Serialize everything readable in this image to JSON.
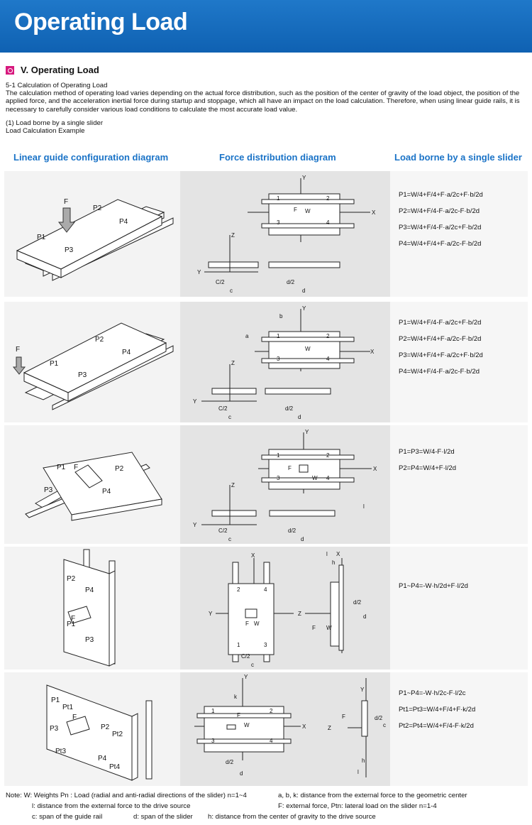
{
  "header": {
    "title": "Operating Load"
  },
  "section": {
    "title": "V. Operating Load"
  },
  "intro": {
    "subtitle": "5-1 Calculation of Operating Load",
    "body1": "The calculation method of operating load varies depending on the actual force distribution, such as the position of the center of gravity of the load object, the position of the",
    "body2": "applied force, and the acceleration inertial force during startup and stoppage, which all have an impact on the load calculation. Therefore, when using linear guide rails, it is",
    "body3": "necessary to carefully consider various load conditions to calculate the most accurate load value.",
    "case": "(1) Load borne by a single slider",
    "example": "Load Calculation Example"
  },
  "columns": {
    "config": "Linear guide configuration diagram",
    "force": "Force distribution diagram",
    "load": "Load borne by a single slider"
  },
  "colors": {
    "banner": "#1470c0",
    "accent": "#1a73c7",
    "marker": "#d7197e"
  },
  "labels": {
    "F": "F",
    "W": "W",
    "X": "X",
    "Y": "Y",
    "Z": "Z",
    "a": "a",
    "b": "b",
    "c": "c",
    "d": "d",
    "h": "h",
    "k": "k",
    "l": "l",
    "c2": "C/2",
    "d2": "d/2",
    "n1": "1",
    "n2": "2",
    "n3": "3",
    "n4": "4",
    "P1": "P1",
    "P2": "P2",
    "P3": "P3",
    "P4": "P4",
    "Pt1": "Pt1",
    "Pt2": "Pt2",
    "Pt3": "Pt3",
    "Pt4": "Pt4"
  },
  "formulas": {
    "row1": [
      "P1=W/4+F/4+F·a/2c+F·b/2d",
      "P2=W/4+F/4-F·a/2c-F·b/2d",
      "P3=W/4+F/4-F·a/2c+F·b/2d",
      "P4=W/4+F/4+F·a/2c-F·b/2d"
    ],
    "row2": [
      "P1=W/4+F/4-F·a/2c+F·b/2d",
      "P2=W/4+F/4+F·a/2c-F·b/2d",
      "P3=W/4+F/4+F·a/2c+F·b/2d",
      "P4=W/4+F/4-F·a/2c-F·b/2d"
    ],
    "row3": [
      "P1=P3=W/4-F·l/2d",
      "P2=P4=W/4+F·l/2d"
    ],
    "row4": [
      "P1~P4=-W·h/2d+F·l/2d"
    ],
    "row5": [
      "P1~P4=-W·h/2c-F·l/2c",
      "Pt1=Pt3=W/4+F/4+F·k/2d",
      "Pt2=Pt4=W/4+F/4-F·k/2d"
    ]
  },
  "notes": {
    "n1": "Note:  W:  Weights Pn : Load (radial and anti-radial directions of the slider) n=1~4",
    "n2": "a, b, k: distance from the external force to the geometric center",
    "n3": "l: distance from the external force to the drive source",
    "n4": "F: external force, Ptn: lateral load on the slider n=1-4",
    "n5": "c: span of the guide rail",
    "n6": "d: span of the slider",
    "n7": "h: distance from the center of gravity to the drive source"
  }
}
